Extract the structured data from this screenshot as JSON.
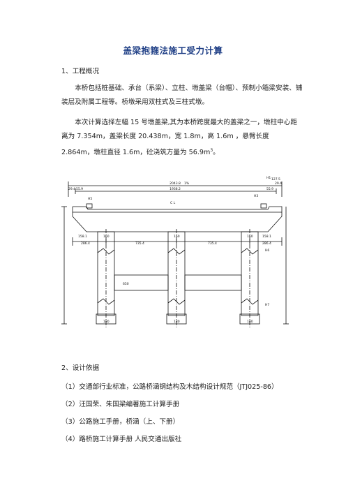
{
  "title": "盖梁抱箍法施工受力计算",
  "section1": {
    "heading": "1、工程概况",
    "para1": "本桥包括桩基础、承台（系梁）、立柱、墩盖梁（台帽）、预制小箱梁安装、铺装层及附属工程等。桥墩采用双柱式及三柱式墩。",
    "para2_main": "本次计算选择左幅 15 号墩盖梁,其为本桥跨度最大的盖梁之一，墩柱中心距离为 7.354m，盖梁长度 20.438m，宽 1.8m，高 1.6m ，悬臂长度 2.864m，墩柱直径 1.6m，砼浇筑方量为 56.9m",
    "para2_sup": "3",
    "para2_end": "。"
  },
  "drawing": {
    "dim_total": "2043.8",
    "dim_inner": "1938.2",
    "dim_side_left": "29.4",
    "dim_side_left2": "55.9",
    "dim_side_right": "55.9",
    "dim_side_right2": "29.4",
    "dim_cant_left": "158.1",
    "dim_cant_right": "158.1",
    "dim_over_left": "286.4",
    "dim_span1": "735.4",
    "dim_span2": "735.4",
    "dim_over_right": "286.4",
    "col_label": "160",
    "pile_label": "180",
    "beam_label": "650",
    "label_h5": "H5",
    "label_h3": "H3",
    "label_h1": "H1",
    "label_h6": "H6",
    "label_h7": "H7",
    "label_cl": "C L",
    "label_slope": "1%",
    "label_right_top": "127.5"
  },
  "section2": {
    "heading": "2、设计依据",
    "refs": [
      "（1）交通部行业标准，公路桥涵钢结构及木结构设计规范（JTJ025-86）",
      "（2）汪国荣、朱国梁编著施工计算手册",
      "（3）公路施工手册，桥涵（上、下册）",
      "（4）路桥施工计算手册    人民交通出版社"
    ]
  }
}
